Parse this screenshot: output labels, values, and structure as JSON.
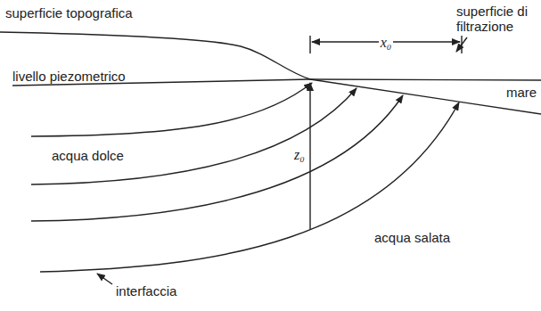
{
  "diagram": {
    "labels": [
      "superficie topografica",
      "superficie di filtrazione",
      "livello piezometrico",
      "x₀",
      "mare",
      "z₀",
      "acqua dolce",
      "acqua salata",
      "interfaccia"
    ]
  }
}
